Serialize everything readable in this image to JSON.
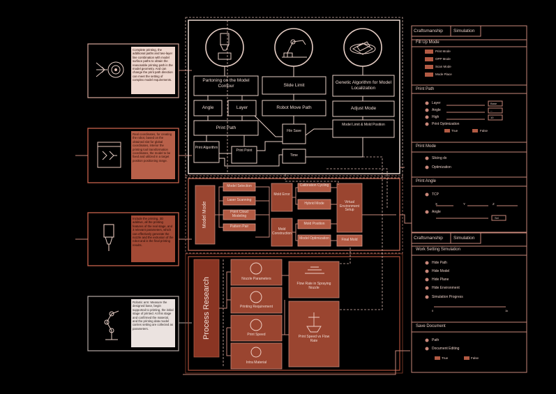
{
  "colors": {
    "background": "#000000",
    "line": "#c9877a",
    "fill_dark": "#a04b36",
    "fill_mid": "#b25a43",
    "pale": "#f1ddd5",
    "gray": "#b6a9a5"
  },
  "top": {
    "col1": {
      "title": "Partoning on the Model Contour",
      "angle": "Angle",
      "layer": "Layer",
      "print_path": "Print Path",
      "algorithm": "Print Algorithm",
      "print_point": "Print Point",
      "icon": "print-nozzle-icon"
    },
    "col2": {
      "title": "Slide Limit",
      "move": "Robot Move Path",
      "file": "File Save",
      "time": "Time",
      "icon": "robot-arm-icon"
    },
    "col3": {
      "title": "Genetic Algorithm for Model Localization",
      "adjust": "Adjust Mode",
      "limit": "Model Limit & Mold Position",
      "icon": "model-cube-icon"
    }
  },
  "middle": {
    "title": "Model Mode",
    "items": [
      "Model Selection",
      "Laser Scanning",
      "Point Cloud Modeling",
      "Pattern Pair"
    ],
    "mold_error": "Mold Error",
    "mold_construct": "Mold Construction",
    "calibration": "Calibration Cycling",
    "hybrid": "Hybrid Mode",
    "mold_position": "Mold Position",
    "mold_optimization": "Model Optimization",
    "virtual": "Virtual Environment Setup",
    "final": "Final Mold"
  },
  "bottom": {
    "title": "Process Research",
    "items": [
      "Nozzle Parameters",
      "Printing Requirement",
      "Print Speed",
      "Intra Material"
    ],
    "flow": "Flow Rate in Spraying Nozzle",
    "print_speed": "Print Speed vs Flow Rate"
  },
  "left": {
    "d1": "Complete printing, the additional paths and two-layer line combination with model surface paths to obtain the reasonable printing path in the model geometry. And can change the print path direction can meet the setting of complex model requirements.",
    "d2": "Real coordinates, for creating the robot, based on the obtained slot for global coordinates, interior the printing tool transformation coordinates, the model to be fixed and utilized in a target position positioning range.",
    "d3": "Include the printing, 3D additive, all the printing features of the real stage, and 3 relevant parameters, which can effectively generate the nozzle and the extrusion of the robot and is the final printing results.",
    "d4": "Robotic arm: Measure the designed base, begin supported to printing, the initial stage of printed. At this stage and confirmed the material, and the printing data model carries setting are collected as parameters."
  },
  "panel1": {
    "tab1": "Craftsmanship",
    "tab2": "Simulation",
    "sec1": "Fill Up Mode",
    "fill_items": [
      "Print Mode",
      "OPP Mode",
      "Scan Mode",
      "Mode Place"
    ],
    "sec2": "Print Path",
    "path_items": [
      "Layer",
      "Angle",
      "High",
      "Print Optimization"
    ],
    "path_values": [
      "Base",
      "--",
      "10"
    ],
    "true_label": "True",
    "false_label": "False",
    "sec3": "Print Mode",
    "mode_items": [
      "Slicing dx",
      "Optimization"
    ],
    "sec4": "Print Angle",
    "tcp": "TCP",
    "x": "X",
    "y": "Y",
    "z": "Z",
    "angle": "Angle",
    "angle_value": "Sel"
  },
  "panel2": {
    "tab1": "Craftsmanship",
    "tab2": "Simulation",
    "sec1": "Work Setting Simulation",
    "items": [
      "Hide Path",
      "Hide Model",
      "Hide Plane",
      "Hide Environment",
      "Simulation Progress"
    ],
    "slider_min": "0",
    "slider_max": "1k",
    "sec2": "Save Document",
    "doc_items": [
      "Path",
      "Document Editing"
    ],
    "true_label": "True",
    "false_label": "False"
  }
}
